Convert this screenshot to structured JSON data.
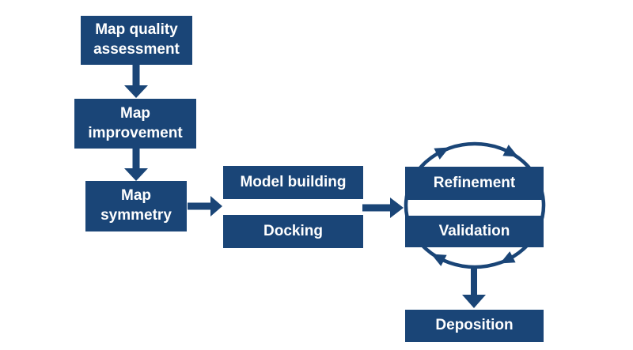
{
  "diagram": {
    "background_color": "#ffffff",
    "accent_color": "#1a4577",
    "text_color": "#ffffff",
    "nodes": [
      {
        "id": "map-quality-assessment",
        "label": "Map quality\nassessment"
      },
      {
        "id": "map-improvement",
        "label": "Map\nimprovement"
      },
      {
        "id": "map-symmetry",
        "label": "Map\nsymmetry"
      },
      {
        "id": "model-building",
        "label": "Model building"
      },
      {
        "id": "docking",
        "label": "Docking"
      },
      {
        "id": "refinement",
        "label": "Refinement"
      },
      {
        "id": "validation",
        "label": "Validation"
      },
      {
        "id": "deposition",
        "label": "Deposition"
      }
    ],
    "edges": [
      {
        "from": "map-quality-assessment",
        "to": "map-improvement",
        "type": "arrow-down"
      },
      {
        "from": "map-improvement",
        "to": "map-symmetry",
        "type": "arrow-down"
      },
      {
        "from": "map-symmetry",
        "to": "model-building / docking",
        "type": "arrow-right"
      },
      {
        "from": "model-building / docking",
        "to": "refinement / validation",
        "type": "arrow-right"
      },
      {
        "from": "refinement",
        "to": "validation",
        "type": "cycle-clockwise"
      },
      {
        "from": "refinement / validation",
        "to": "deposition",
        "type": "arrow-down"
      }
    ]
  }
}
